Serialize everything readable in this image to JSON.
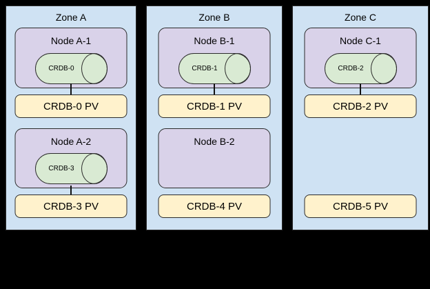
{
  "colors": {
    "background": "#000000",
    "zone_fill": "#cfe2f3",
    "node_fill": "#d9d2e9",
    "pod_fill": "#d9ead3",
    "pv_fill": "#fff2cc",
    "border": "#2b2b2b"
  },
  "zones": [
    {
      "title": "Zone A",
      "nodes": [
        {
          "label": "Node A-1",
          "pod": "CRDB-0",
          "connected": true
        },
        {
          "label": "Node A-2",
          "pod": "CRDB-3",
          "connected": true
        }
      ],
      "pvs": [
        "CRDB-0 PV",
        "CRDB-3 PV"
      ]
    },
    {
      "title": "Zone B",
      "nodes": [
        {
          "label": "Node B-1",
          "pod": "CRDB-1",
          "connected": true
        },
        {
          "label": "Node B-2",
          "pod": null,
          "connected": false
        }
      ],
      "pvs": [
        "CRDB-1 PV",
        "CRDB-4 PV"
      ]
    },
    {
      "title": "Zone C",
      "nodes": [
        {
          "label": "Node C-1",
          "pod": "CRDB-2",
          "connected": true
        }
      ],
      "pvs": [
        "CRDB-2 PV",
        "CRDB-5 PV"
      ]
    }
  ]
}
